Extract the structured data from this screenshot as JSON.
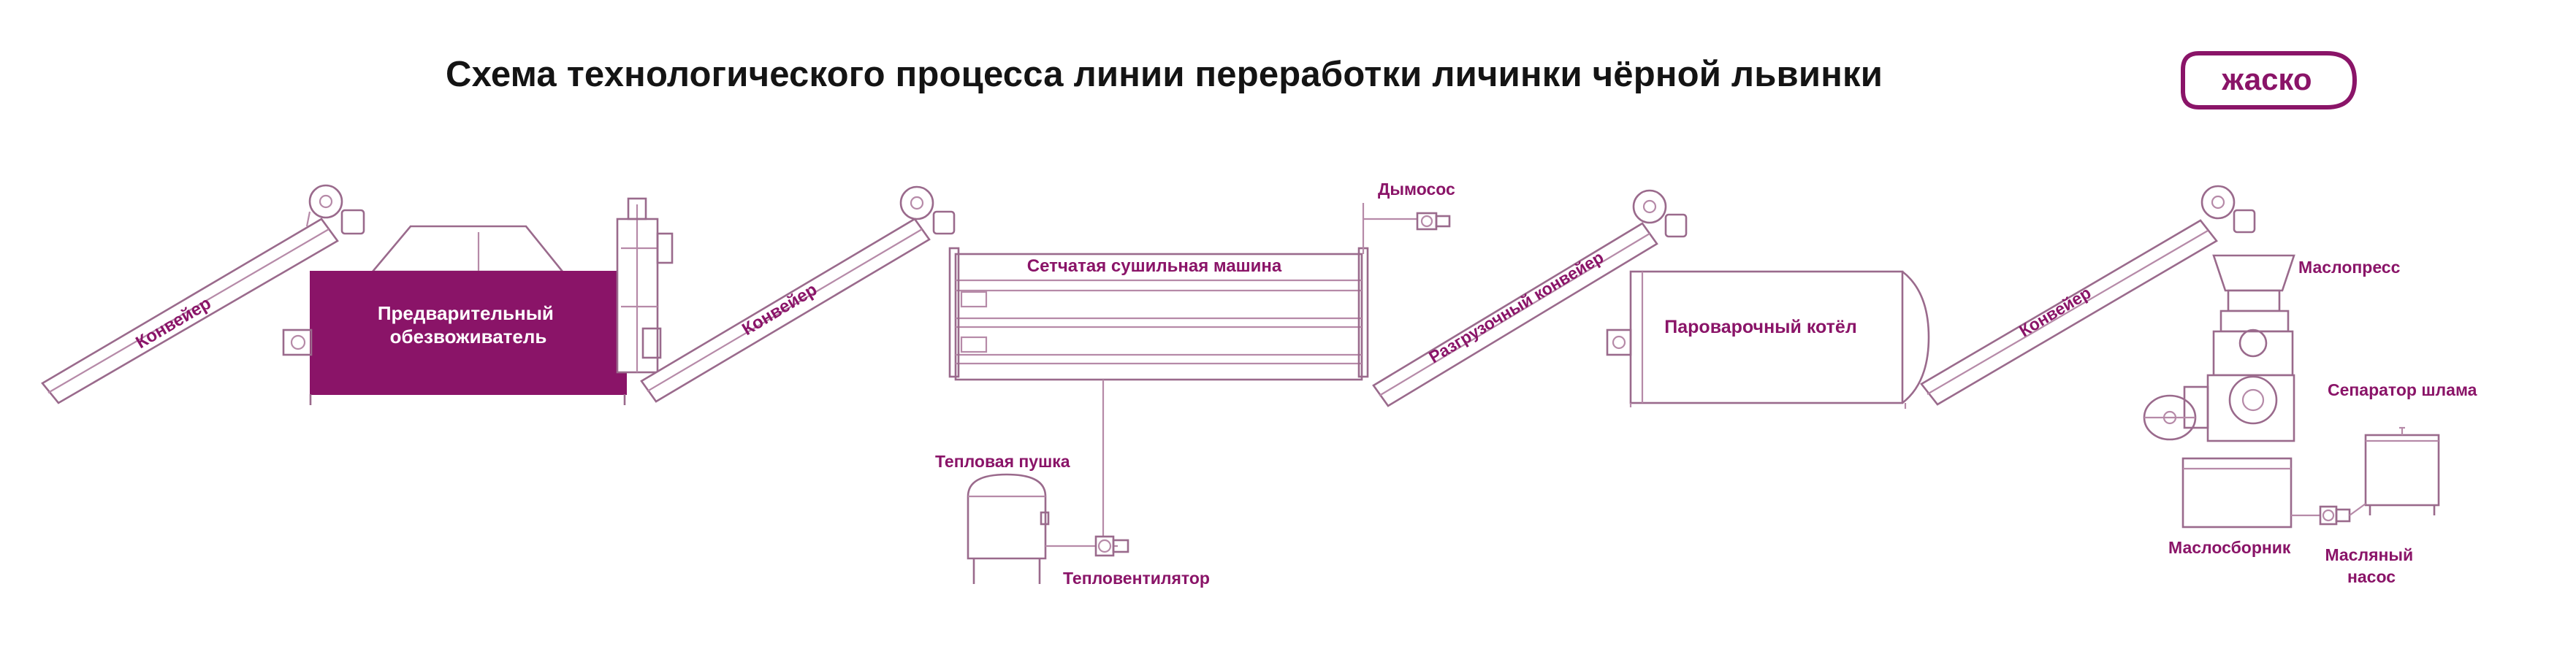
{
  "header": {
    "title": "Схема технологического процесса линии переработки личинки чёрной львинки",
    "logo_text": "жаско"
  },
  "colors": {
    "brand": "#8a1468",
    "line": "#b68aa8",
    "title": "#141414"
  },
  "equipment": {
    "conveyor_1": "Конвейер",
    "pre_dewaterer": "Предварительный обезвоживатель",
    "conveyor_2": "Конвейер",
    "mesh_dryer": "Сетчатая сушильная машина",
    "smoke_exhauster": "Дымосос",
    "heat_gun": "Тепловая пушка",
    "heat_fan": "Тепловентилятор",
    "unload_conveyor": "Разгрузочный конвейер",
    "steam_boiler": "Пароварочный котёл",
    "conveyor_3": "Конвейер",
    "oil_press": "Маслопресс",
    "sludge_separator": "Сепаратор шлама",
    "oil_collector": "Маслосборник",
    "oil_pump": "Масляный насос"
  }
}
